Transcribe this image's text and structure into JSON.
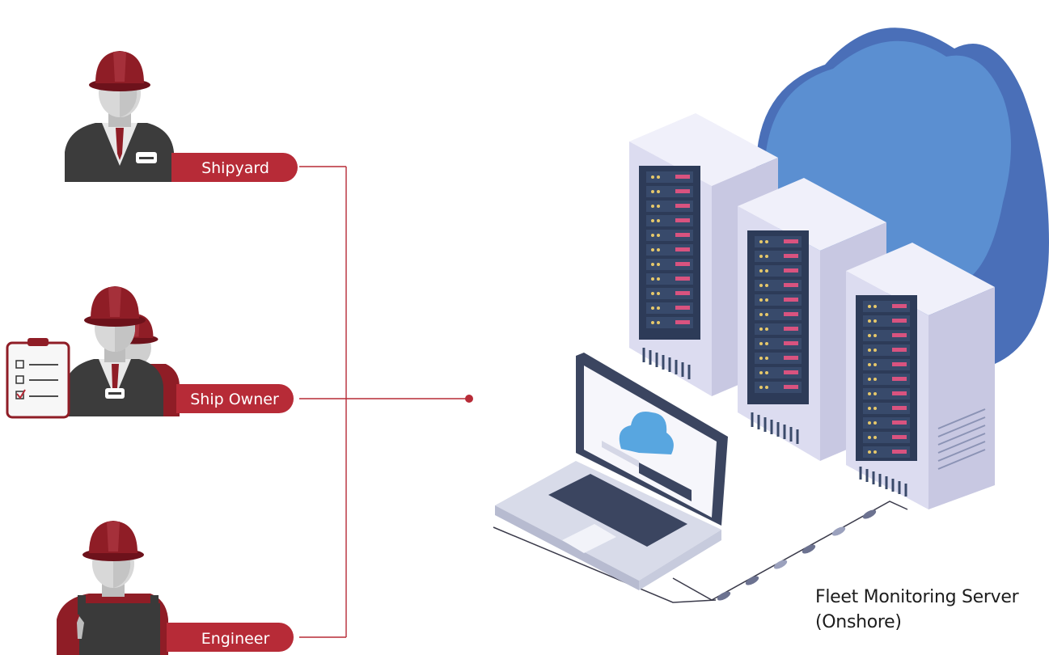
{
  "roles": {
    "shipyard": "Shipyard",
    "ship_owner": "Ship Owner",
    "engineer": "Engineer"
  },
  "server": {
    "line1": "Fleet Monitoring Server",
    "line2": "(Onshore)"
  },
  "colors": {
    "accent_red": "#b72b37",
    "helmet": "#8f1d26",
    "cloud": "#4f84c9",
    "server_body": "#dcdcf0",
    "rack": "#384a6b"
  }
}
